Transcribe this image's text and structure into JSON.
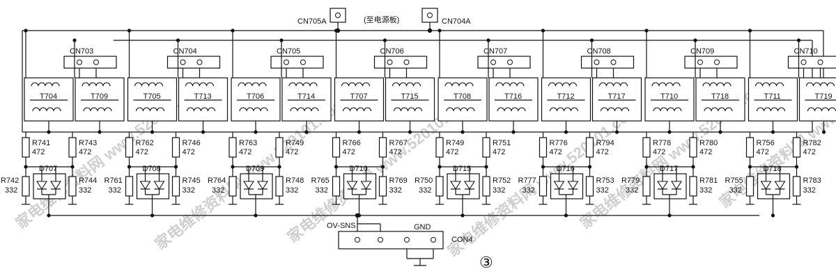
{
  "colors": {
    "ink": "#111111",
    "watermark": "#d2d2d2"
  },
  "supply": {
    "left_connector": "CN705A",
    "right_connector": "CN704A",
    "note": "(至电源板)"
  },
  "modules": [
    {
      "cn": "CN703",
      "t1": "T704",
      "t2": "T709",
      "rt1": "R741",
      "rt1v": "472",
      "rt2": "R743",
      "rt2v": "472",
      "d": "D707",
      "rb1": "R742",
      "rb1v": "332",
      "rb2": "R744",
      "rb2v": "332"
    },
    {
      "cn": "CN704",
      "t1": "T705",
      "t2": "T713",
      "rt1": "R762",
      "rt1v": "472",
      "rt2": "R746",
      "rt2v": "472",
      "d": "D708",
      "rb1": "R761",
      "rb1v": "332",
      "rb2": "R745",
      "rb2v": "332"
    },
    {
      "cn": "CN705",
      "t1": "T706",
      "t2": "T714",
      "rt1": "R763",
      "rt1v": "472",
      "rt2": "R749",
      "rt2v": "472",
      "d": "D709",
      "rb1": "R764",
      "rb1v": "332",
      "rb2": "R748",
      "rb2v": "332"
    },
    {
      "cn": "CN706",
      "t1": "T707",
      "t2": "T715",
      "rt1": "R766",
      "rt1v": "472",
      "rt2": "R767",
      "rt2v": "472",
      "d": "D710",
      "rb1": "R765",
      "rb1v": "332",
      "rb2": "R769",
      "rb2v": "332"
    },
    {
      "cn": "CN707",
      "t1": "T708",
      "t2": "T716",
      "rt1": "R749",
      "rt1v": "472",
      "rt2": "R751",
      "rt2v": "472",
      "d": "D715",
      "rb1": "R750",
      "rb1v": "332",
      "rb2": "R752",
      "rb2v": "332"
    },
    {
      "cn": "CN708",
      "t1": "T712",
      "t2": "T717",
      "rt1": "R776",
      "rt1v": "472",
      "rt2": "R794",
      "rt2v": "472",
      "d": "D716",
      "rb1": "R777",
      "rb1v": "332",
      "rb2": "R753",
      "rb2v": "332"
    },
    {
      "cn": "CN709",
      "t1": "T710",
      "t2": "T718",
      "rt1": "R778",
      "rt1v": "472",
      "rt2": "R780",
      "rt2v": "472",
      "d": "D717",
      "rb1": "R779",
      "rb1v": "332",
      "rb2": "R781",
      "rb2v": "332"
    },
    {
      "cn": "CN710",
      "t1": "T711",
      "t2": "T719",
      "rt1": "R756",
      "rt1v": "472",
      "rt2": "R782",
      "rt2v": "472",
      "d": "D718",
      "rb1": "R755",
      "rb1v": "332",
      "rb2": "R783",
      "rb2v": "332"
    }
  ],
  "output": {
    "sense": "OV-SNS",
    "ground": "GND",
    "connector": "CON4"
  },
  "figure_number": "③",
  "watermark": "家电维修资料网 www.520101.com"
}
